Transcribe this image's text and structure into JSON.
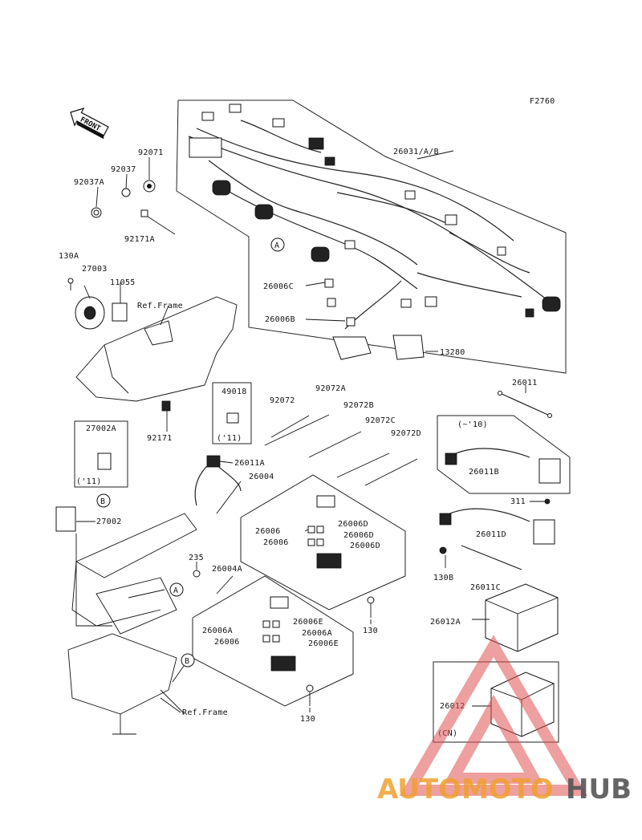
{
  "figure_code": "F2760",
  "front_label": "FRONT",
  "parts": [
    {
      "id": "p26031",
      "text": "26031/A/B"
    },
    {
      "id": "p92071",
      "text": "92071"
    },
    {
      "id": "p92037",
      "text": "92037"
    },
    {
      "id": "p92037A",
      "text": "92037A"
    },
    {
      "id": "p92171A",
      "text": "92171A"
    },
    {
      "id": "p130A",
      "text": "130A"
    },
    {
      "id": "p27003",
      "text": "27003"
    },
    {
      "id": "p11055",
      "text": "11055"
    },
    {
      "id": "prefframe1",
      "text": "Ref.Frame"
    },
    {
      "id": "p26006C",
      "text": "26006C"
    },
    {
      "id": "p26006B",
      "text": "26006B"
    },
    {
      "id": "p13280",
      "text": "13280"
    },
    {
      "id": "p26011",
      "text": "26011"
    },
    {
      "id": "p49018",
      "text": "49018"
    },
    {
      "id": "p49018y",
      "text": "('11)"
    },
    {
      "id": "p92072",
      "text": "92072"
    },
    {
      "id": "p92072A",
      "text": "92072A"
    },
    {
      "id": "p92072B",
      "text": "92072B"
    },
    {
      "id": "p92072C",
      "text": "92072C"
    },
    {
      "id": "p92072D",
      "text": "92072D"
    },
    {
      "id": "p92171",
      "text": "92171"
    },
    {
      "id": "p27002A",
      "text": "27002A"
    },
    {
      "id": "p27002Ay",
      "text": "('11)"
    },
    {
      "id": "p26011A",
      "text": "26011A"
    },
    {
      "id": "p26004",
      "text": "26004"
    },
    {
      "id": "p26011By",
      "text": "(~'10)"
    },
    {
      "id": "p26011B",
      "text": "26011B"
    },
    {
      "id": "p27002",
      "text": "27002"
    },
    {
      "id": "p311",
      "text": "311"
    },
    {
      "id": "p26006a",
      "text": "26006"
    },
    {
      "id": "p26006D1",
      "text": "26006D"
    },
    {
      "id": "p26006D2",
      "text": "26006D"
    },
    {
      "id": "p26006b",
      "text": "26006"
    },
    {
      "id": "p26006D3",
      "text": "26006D"
    },
    {
      "id": "p26011D",
      "text": "26011D"
    },
    {
      "id": "p235",
      "text": "235"
    },
    {
      "id": "p26004A",
      "text": "26004A"
    },
    {
      "id": "p130B",
      "text": "130B"
    },
    {
      "id": "p26011C",
      "text": "26011C"
    },
    {
      "id": "p130a",
      "text": "130"
    },
    {
      "id": "p26006A1",
      "text": "26006A"
    },
    {
      "id": "p26006E1",
      "text": "26006E"
    },
    {
      "id": "p26012A",
      "text": "26012A"
    },
    {
      "id": "p26006c",
      "text": "26006"
    },
    {
      "id": "p26006A2",
      "text": "26006A"
    },
    {
      "id": "p26006E2",
      "text": "26006E"
    },
    {
      "id": "p26012",
      "text": "26012"
    },
    {
      "id": "p26012y",
      "text": "(CN)"
    },
    {
      "id": "p130b",
      "text": "130"
    },
    {
      "id": "prefframe2",
      "text": "Ref.Frame"
    }
  ],
  "callouts": {
    "a": "A",
    "b": "B"
  },
  "watermark": {
    "part1": "AUTOMOTO",
    "part2": "HUB",
    "color1": "#f0a030",
    "color2": "#555555",
    "triangle_color": "#e05050"
  }
}
